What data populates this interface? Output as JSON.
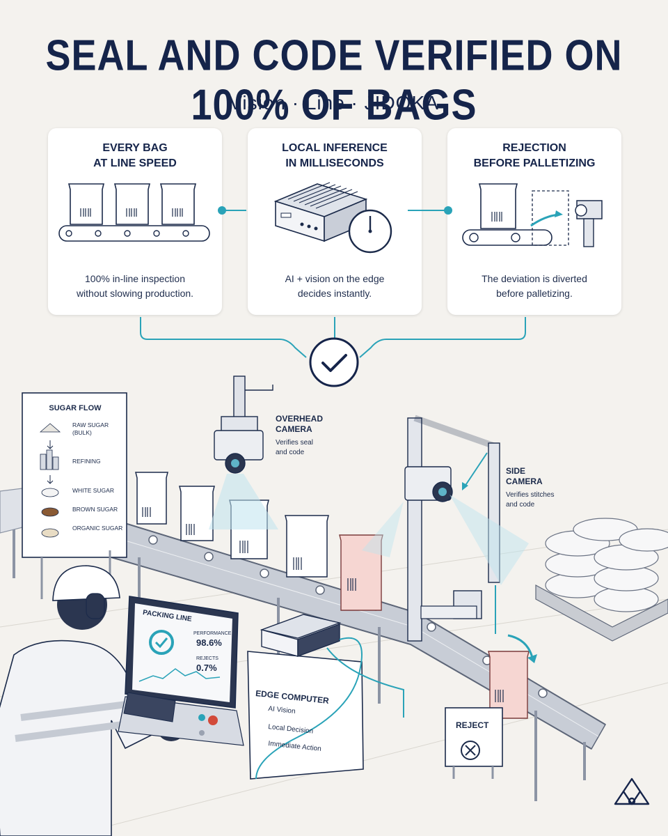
{
  "header": {
    "title": "SEAL AND CODE VERIFIED ON 100% OF BAGS",
    "subtitle": "Vision · Line · JIDOKA"
  },
  "cards": [
    {
      "title_line1": "EVERY BAG",
      "title_line2": "AT LINE SPEED",
      "desc_line1": "100% in-line inspection",
      "desc_line2": "without slowing production."
    },
    {
      "title_line1": "LOCAL INFERENCE",
      "title_line2": "IN MILLISECONDS",
      "desc_line1": "AI + vision on the edge",
      "desc_line2": "decides instantly."
    },
    {
      "title_line1": "REJECTION",
      "title_line2": "BEFORE PALLETIZING",
      "desc_line1": "The deviation is diverted",
      "desc_line2": "before palletizing."
    }
  ],
  "sugar_flow": {
    "title": "SUGAR FLOW",
    "items": [
      "RAW SUGAR (BULK)",
      "REFINING",
      "WHITE SUGAR",
      "BROWN SUGAR",
      "ORGANIC SUGAR"
    ]
  },
  "overhead_camera": {
    "title_line1": "OVERHEAD",
    "title_line2": "CAMERA",
    "desc_line1": "Verifies seal",
    "desc_line2": "and code"
  },
  "side_camera": {
    "title_line1": "SIDE",
    "title_line2": "CAMERA",
    "desc_line1": "Verifies stitches",
    "desc_line2": "and code"
  },
  "monitor": {
    "title": "PACKING LINE",
    "performance_label": "PERFORMANCE",
    "performance_value": "98.6%",
    "rejects_label": "REJECTS",
    "rejects_value": "0.7%"
  },
  "edge_computer": {
    "title": "EDGE COMPUTER",
    "items": [
      "AI Vision",
      "Local Decision",
      "Immediate Action"
    ]
  },
  "reject_sign": "REJECT",
  "colors": {
    "navy": "#15244a",
    "teal": "#2aa3b8",
    "reject_bag": "#f6d6d2",
    "background": "#f4f2ee"
  }
}
